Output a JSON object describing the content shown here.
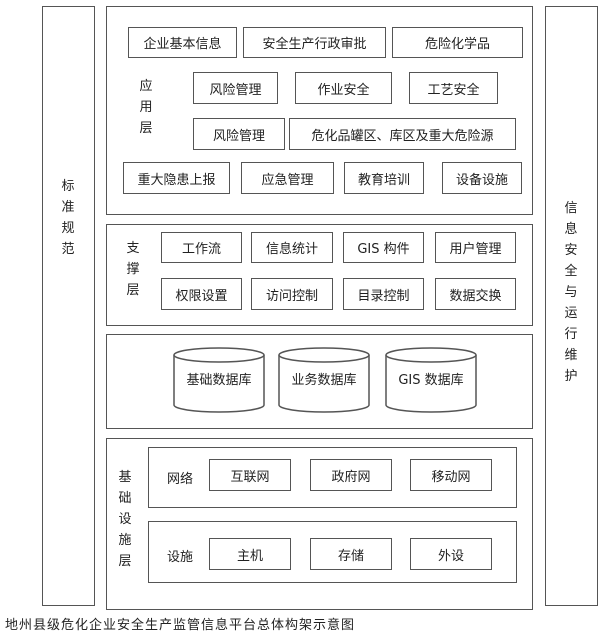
{
  "left_column": {
    "label": "标准规范"
  },
  "right_column": {
    "label": "信息安全与运行维护"
  },
  "application_layer": {
    "label": "应用层",
    "rows": [
      [
        "企业基本信息",
        "安全生产行政审批",
        "危险化学品"
      ],
      [
        "风险管理",
        "作业安全",
        "工艺安全"
      ],
      [
        "风险管理",
        "危化品罐区、库区及重大危险源"
      ],
      [
        "重大隐患上报",
        "应急管理",
        "教育培训",
        "设备设施"
      ]
    ]
  },
  "support_layer": {
    "label": "支撑层",
    "rows": [
      [
        "工作流",
        "信息统计",
        "GIS 构件",
        "用户管理"
      ],
      [
        "权限设置",
        "访问控制",
        "目录控制",
        "数据交换"
      ]
    ]
  },
  "data_layer": {
    "databases": [
      "基础数据库",
      "业务数据库",
      "GIS 数据库"
    ]
  },
  "infrastructure_layer": {
    "label": "基础设施层",
    "network": {
      "label": "网络",
      "items": [
        "互联网",
        "政府网",
        "移动网"
      ]
    },
    "facilities": {
      "label": "设施",
      "items": [
        "主机",
        "存储",
        "外设"
      ]
    }
  },
  "caption": "地州县级危化企业安全生产监管信息平台总体构架示意图"
}
